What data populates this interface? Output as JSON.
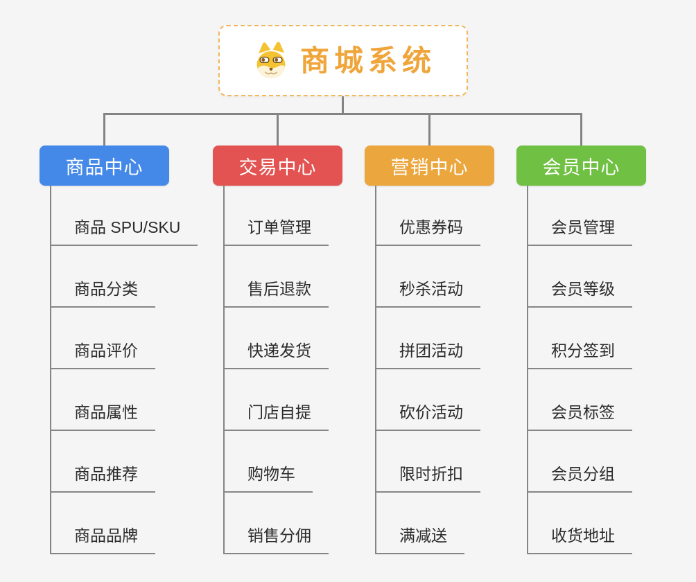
{
  "root": {
    "title": "商城系统",
    "icon": "doge-icon"
  },
  "branches": [
    {
      "title": "商品中心",
      "color": "#4589e8",
      "items": [
        "商品 SPU/SKU",
        "商品分类",
        "商品评价",
        "商品属性",
        "商品推荐",
        "商品品牌"
      ]
    },
    {
      "title": "交易中心",
      "color": "#e25351",
      "items": [
        "订单管理",
        "售后退款",
        "快递发货",
        "门店自提",
        "购物车",
        "销售分佣"
      ]
    },
    {
      "title": "营销中心",
      "color": "#eba63e",
      "items": [
        "优惠券码",
        "秒杀活动",
        "拼团活动",
        "砍价活动",
        "限时折扣",
        "满减送"
      ]
    },
    {
      "title": "会员中心",
      "color": "#70c043",
      "items": [
        "会员管理",
        "会员等级",
        "积分签到",
        "会员标签",
        "会员分组",
        "收货地址"
      ]
    }
  ],
  "colors": {
    "background": "#f5f5f6",
    "connector_line": "#848484",
    "leaf_underline": "#868686",
    "leaf_text": "#2b2b2b",
    "root_text": "#f0a53a",
    "root_border": "#f2b65c",
    "root_background": "#ffffff"
  }
}
